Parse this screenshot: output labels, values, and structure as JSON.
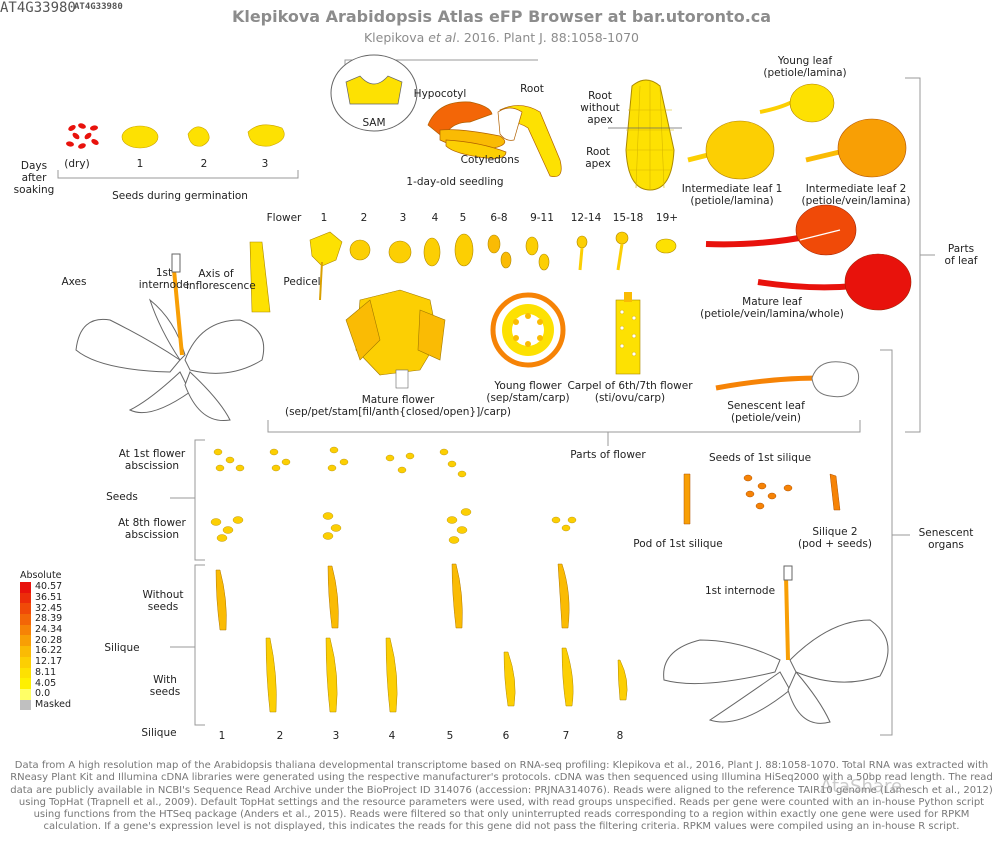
{
  "header": {
    "gene_id": "AT4G33980",
    "title": "Klepikova Arabidopsis Atlas eFP Browser at bar.utoronto.ca",
    "subtitle_pre": "Klepikova ",
    "subtitle_em": "et al",
    "subtitle_post": ". 2016. Plant J. 88:1058-1070"
  },
  "labels": {
    "days_after_soaking": [
      "Days",
      "after",
      "soaking"
    ],
    "seed_days": [
      "(dry)",
      "1",
      "2",
      "3"
    ],
    "seeds_during_germination": "Seeds during germination",
    "sam": "SAM",
    "hypocotyl": "Hypocotyl",
    "root": "Root",
    "cotyledons": "Cotyledons",
    "one_day_seedling": "1-day-old seedling",
    "root_without_apex": [
      "Root",
      "without",
      "apex"
    ],
    "root_apex": [
      "Root",
      "apex"
    ],
    "young_leaf": [
      "Young leaf",
      "(petiole/lamina)"
    ],
    "intermediate_leaf_1": [
      "Intermediate leaf 1",
      "(petiole/lamina)"
    ],
    "intermediate_leaf_2": [
      "Intermediate leaf 2",
      "(petiole/vein/lamina)"
    ],
    "flower": "Flower",
    "flower_stages": [
      "1",
      "2",
      "3",
      "4",
      "5",
      "6-8",
      "9-11",
      "12-14",
      "15-18",
      "19+"
    ],
    "axes": "Axes",
    "first_internode": [
      "1st",
      "internode"
    ],
    "axis_of_inflorescence": [
      "Axis of",
      "inflorescence"
    ],
    "pedicel": "Pedicel",
    "mature_flower": [
      "Mature flower",
      "(sep/pet/stam[fil/anth{closed/open}]/carp)"
    ],
    "young_flower": [
      "Young flower",
      "(sep/stam/carp)"
    ],
    "carpel": [
      "Carpel of 6th/7th flower",
      "(sti/ovu/carp)"
    ],
    "mature_leaf": [
      "Mature leaf",
      "(petiole/vein/lamina/whole)"
    ],
    "parts_of_leaf": [
      "Parts",
      "of leaf"
    ],
    "senescent_leaf": [
      "Senescent leaf",
      "(petiole/vein)"
    ],
    "parts_of_flower": "Parts of flower",
    "at_1st_flower_abscission": [
      "At 1st flower",
      "abscission"
    ],
    "seeds": "Seeds",
    "at_8th_flower_abscission": [
      "At 8th flower",
      "abscission"
    ],
    "seeds_of_1st_silique": "Seeds of 1st silique",
    "pod_of_1st_silique": "Pod of 1st silique",
    "silique_2": [
      "Silique 2",
      "(pod + seeds)"
    ],
    "senescent_organs": [
      "Senescent",
      "organs"
    ],
    "first_internode_senescent": "1st internode",
    "without_seeds": [
      "Without",
      "seeds"
    ],
    "silique": "Silique",
    "with_seeds": [
      "With",
      "seeds"
    ],
    "silique_row": "Silique",
    "silique_numbers": [
      "1",
      "2",
      "3",
      "4",
      "5",
      "6",
      "7",
      "8"
    ]
  },
  "legend": {
    "title": "Absolute",
    "entries": [
      {
        "value": "40.57",
        "color": "#e8120c"
      },
      {
        "value": "36.51",
        "color": "#ec2d0a"
      },
      {
        "value": "32.45",
        "color": "#f04a08"
      },
      {
        "value": "28.39",
        "color": "#f36607"
      },
      {
        "value": "24.34",
        "color": "#f68306"
      },
      {
        "value": "20.28",
        "color": "#f89f05"
      },
      {
        "value": "16.22",
        "color": "#fabb04"
      },
      {
        "value": "12.17",
        "color": "#fccf03"
      },
      {
        "value": "8.11",
        "color": "#fde102"
      },
      {
        "value": "4.05",
        "color": "#fef001"
      },
      {
        "value": "0.0",
        "color": "#ffff66"
      },
      {
        "value": "Masked",
        "color": "#c0c0c0"
      }
    ]
  },
  "footer": {
    "text": "Data from A high resolution map of the Arabidopsis thaliana developmental transcriptome based on RNA-seq profiling: Klepikova et al., 2016, Plant J. 88:1058-1070. Total RNA was extracted with RNeasy Plant Kit and Illumina cDNA libraries were generated using the respective manufacturer's protocols. cDNA was then sequenced using Illumina HiSeq2000 with a 50bp read length. The read data are publicly available in NCBI's Sequence Read Archive under the BioProject ID 314076 (accession: PRJNA314076). Reads were aligned to the reference TAIR10 genome (Lamesch et al., 2012) using TopHat (Trapnell et al., 2009). Default TopHat settings and the resource parameters were used, with read groups unspecified. Reads per gene were counted with an in-house Python script using functions from the HTSeq package (Anders et al., 2015). Reads were filtered so that only uninterrupted reads corresponding to a region within exactly one gene were used for RPKM calculation. If a gene's expression level is not displayed, this indicates the reads for this gene did not pass the filtering criteria. RPKM values were compiled using an in-house R script."
  },
  "watermark": "AtaShare",
  "colors": {
    "bright_yellow": "#fde102",
    "yellow": "#fccf03",
    "yellow_orange": "#fabb04",
    "orange": "#f68306",
    "dark_orange": "#f36607",
    "red_orange": "#f04a08",
    "red": "#e8120c",
    "line": "#999999",
    "outline": "#555555"
  }
}
